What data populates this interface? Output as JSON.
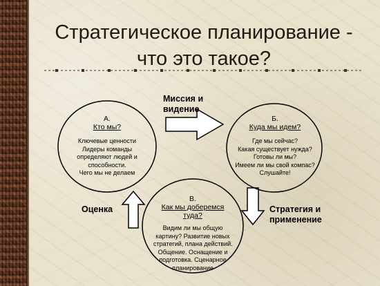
{
  "title": {
    "line1": "Стратегическое планирование -",
    "line2": "что это такое?"
  },
  "circles": {
    "a": {
      "letter": "А.",
      "heading": "Кто мы?",
      "lines": [
        "Ключевые ценности",
        "Лидеры команды",
        "определяют людей и",
        "способности.",
        "Чего мы не делаем"
      ]
    },
    "b": {
      "letter": "Б.",
      "heading": "Куда мы идем?",
      "lines": [
        "Где мы сейчас?",
        "Какая существует нужда?",
        "Готовы ли мы?",
        "Имеем ли мы свой компас?",
        "Слушайте!"
      ]
    },
    "c": {
      "letter": "В.",
      "heading_lines": [
        "Как мы доберемся",
        "туда?"
      ],
      "lines": [
        "Видим ли мы общую",
        "картину? Развитие новых",
        "стратегий, плана действий.",
        "Общение. Оснащение и",
        "подготовка. Сценарное",
        "планирование"
      ]
    }
  },
  "arrows": {
    "top_label_lines": [
      "Миссия и",
      "видение"
    ],
    "right_label_lines": [
      "Стратегия и",
      "применение"
    ],
    "left_label": "Оценка"
  },
  "colors": {
    "background": "#e9e2cd",
    "sidebar": "#5a2e1b",
    "text": "#1f1a12",
    "stroke": "#000000"
  }
}
